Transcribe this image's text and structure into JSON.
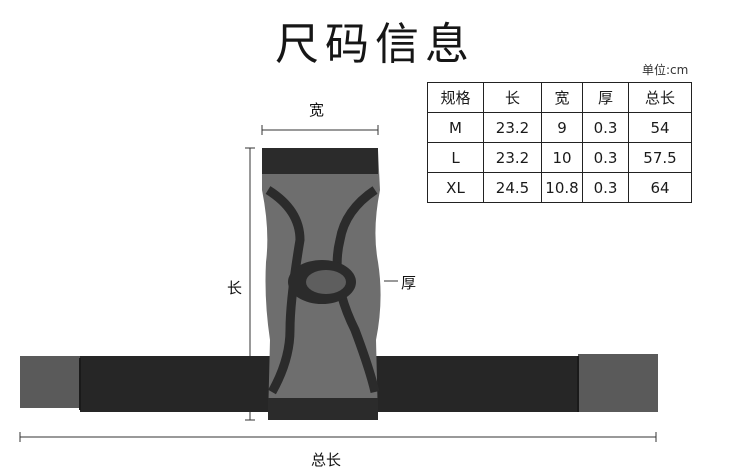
{
  "title": "尺码信息",
  "unit": "单位:cm",
  "table": {
    "headers": [
      "规格",
      "长",
      "宽",
      "厚",
      "总长"
    ],
    "rows": [
      [
        "M",
        "23.2",
        "9",
        "0.3",
        "54"
      ],
      [
        "L",
        "23.2",
        "10",
        "0.3",
        "57.5"
      ],
      [
        "XL",
        "24.5",
        "10.8",
        "0.3",
        "64"
      ]
    ]
  },
  "labels": {
    "width": "宽",
    "length": "长",
    "thickness": "厚",
    "total_length": "总长"
  },
  "colors": {
    "strap": "#262626",
    "strap_end": "#5a5a5a",
    "sleeve": "#6e6e6e",
    "sleeve_pattern": "#2b2b2b",
    "line": "#333333"
  }
}
